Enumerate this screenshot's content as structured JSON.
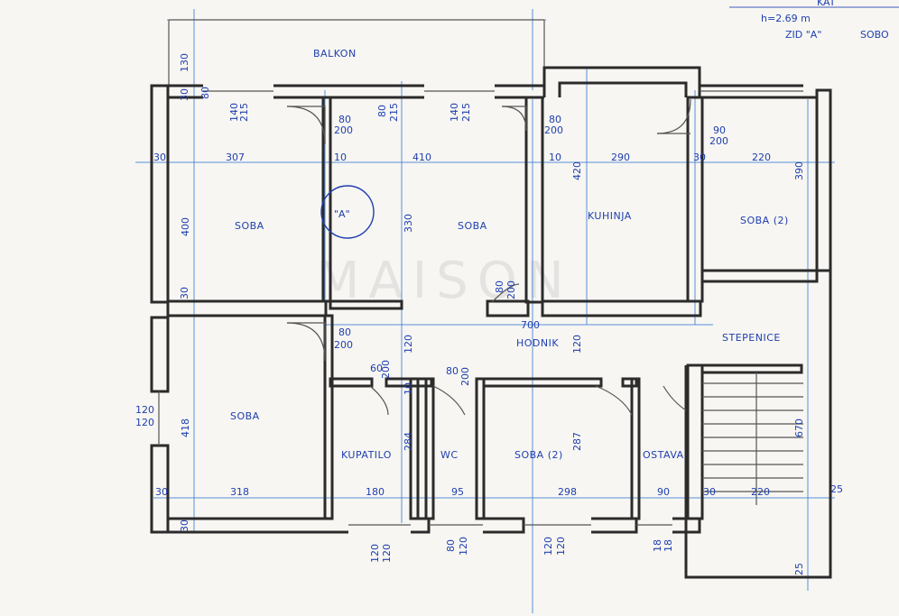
{
  "notes": {
    "line1": "KAT",
    "height": "h=2.69 m",
    "wall_a": "ZID \"A\"",
    "extra": "SOBO"
  },
  "rooms": {
    "balkon": "BALKON",
    "soba_1": "SOBA",
    "soba_2": "SOBA",
    "kuhinja": "KUHINJA",
    "soba_3": "SOBA (2)",
    "soba_4": "SOBA",
    "kupatilo": "KUPATILO",
    "wc": "WC",
    "soba_5": "SOBA (2)",
    "ostava": "OSTAVA",
    "hodnik": "HODNIK",
    "stepenice": "STEPENICE"
  },
  "wall_marker": "\"A\"",
  "watermark": "MAISON",
  "dimensions": {
    "d130": "130",
    "d307": "307",
    "d30a": "30",
    "d10a": "10",
    "d410": "410",
    "d10b": "10",
    "d290": "290",
    "d30b": "30",
    "d220a": "220",
    "d400": "400",
    "d330": "330",
    "d420": "420",
    "d390": "390",
    "d30c": "30",
    "d30d": "30",
    "d80a": "80",
    "d140": "140",
    "d215a": "215",
    "d80b": "80",
    "d200a": "200",
    "d80c": "80",
    "d215b": "215",
    "d140b": "140",
    "d215c": "215",
    "d80d": "80",
    "d200b": "200",
    "d90a": "90",
    "d200c": "200",
    "d80e": "80",
    "d200d": "200",
    "d80f": "80",
    "d200e": "200",
    "d700": "700",
    "d120a": "120",
    "d120b": "120",
    "d60": "60",
    "d200f": "200",
    "d80g": "80",
    "d200g": "200",
    "d10c": "10",
    "d120c": "120",
    "d120d": "120",
    "d418": "418",
    "d284": "284",
    "d287": "287",
    "d670": "670",
    "d30e": "30",
    "d318": "318",
    "d180": "180",
    "d95": "95",
    "d298": "298",
    "d90b": "90",
    "d30f": "30",
    "d220b": "220",
    "d25a": "25",
    "d30g": "30",
    "d120e": "120",
    "d120f": "120",
    "d80h": "80",
    "d120g": "120",
    "d120h": "120",
    "d120i": "120",
    "d18a": "18",
    "d18b": "18",
    "d25b": "25"
  }
}
